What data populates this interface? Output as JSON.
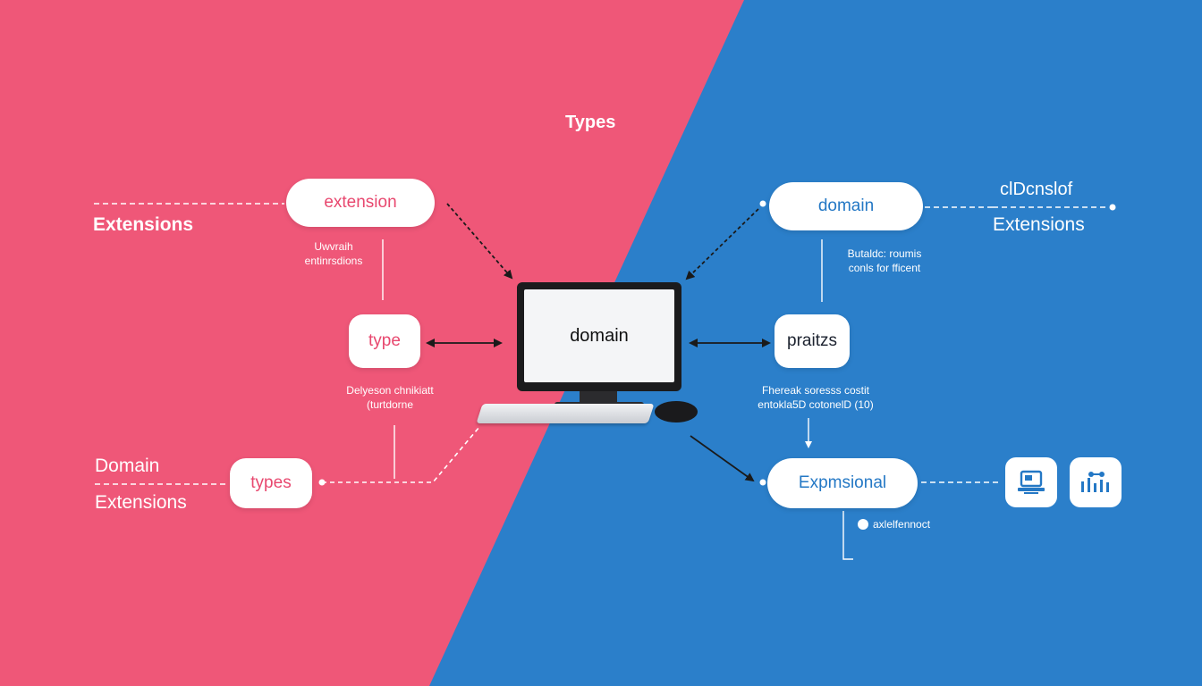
{
  "colors": {
    "left_panel": "#ef5778",
    "right_panel": "#2b7fca",
    "pill_bg": "#ffffff",
    "pink_text": "#e8486f",
    "blue_text": "#2478c5",
    "connector_dark": "#1a1a1a",
    "connector_white": "#ffffff"
  },
  "title": "Types",
  "left": {
    "heading_top": "Extensions",
    "heading_bottom_line1": "Domain",
    "heading_bottom_line2": "Extensions",
    "node_extension": "extension",
    "node_type": "type",
    "node_types": "types",
    "note_top_line1": "Uwvraih",
    "note_top_line2": "entinrsdions",
    "note_mid_line1": "Delyeson chnikiatt",
    "note_mid_line2": "(turtdorne"
  },
  "center": {
    "monitor_label": "domain"
  },
  "right": {
    "heading_top_line1": "clDcnslof",
    "heading_top_line2": "Extensions",
    "node_domain": "domain",
    "node_praitzs": "praitzs",
    "node_expmsional": "Expmsional",
    "note_top_line1": "Butaldc: roumis",
    "note_top_line2": "conls for fficent",
    "note_mid_line1": "Fhereak soresss costit",
    "note_mid_line2": "entokla5D cotonelD (10)",
    "note_bottom": "axlelfennoct",
    "icons": [
      "laptop-icon",
      "network-chart-icon"
    ]
  }
}
